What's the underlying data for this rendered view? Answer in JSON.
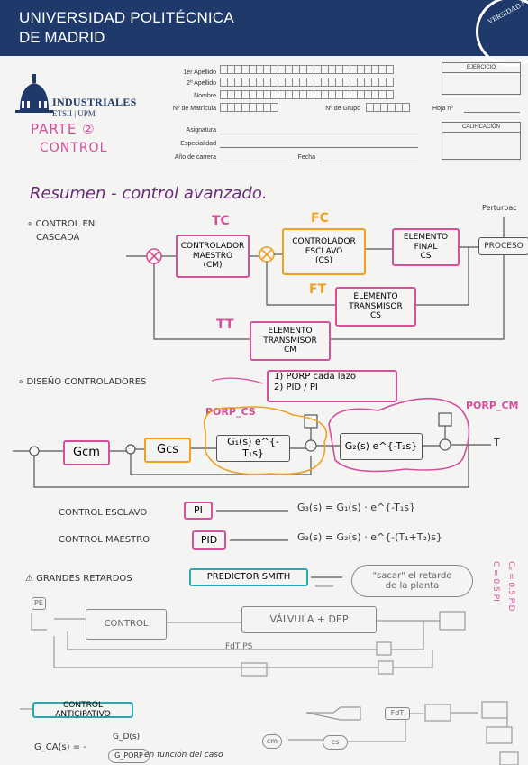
{
  "header": {
    "line1": "UNIVERSIDAD POLITÉCNICA",
    "line2": "DE MADRID",
    "seal_text": "VERSIDAD P"
  },
  "logo": {
    "name": "INDUSTRIALES",
    "sub": "ETSII | UPM"
  },
  "form": {
    "apellido1": "1er Apellido",
    "apellido2": "2º Apellido",
    "nombre": "Nombre",
    "matricula": "Nº de Matrícula",
    "grupo": "Nº de Grupo",
    "hoja": "Hoja nº",
    "asignatura": "Asignatura",
    "especialidad": "Especialidad",
    "anio": "Año de carrera",
    "fecha": "Fecha",
    "ejercicio": "EJERCICIO",
    "calificacion": "CALIFICACIÓN"
  },
  "notes": {
    "parte": "PARTE ②",
    "control": "CONTROL",
    "title": "Resumen - control avanzado.",
    "cascada1": "∘ CONTROL EN",
    "cascada2": "CASCADA",
    "tc": "TC",
    "fc": "FC",
    "ft": "FT",
    "tt": "TT",
    "perturbac": "Perturbac",
    "ctrl_maestro": "CONTROLADOR\nMAESTRO\n(CM)",
    "ctrl_esclavo": "CONTROLADOR\nESCLAVO\n(CS)",
    "elem_final": "ELEMENTO\nFINAL\nCS",
    "proceso": "PROCESO",
    "elem_trans_cs": "ELEMENTO\nTRANSMISOR\nCS",
    "elem_trans_cm": "ELEMENTO\nTRANSMISOR\nCM",
    "diseno": "∘ DISEÑO CONTROLADORES",
    "opt1": "1) PORP cada lazo",
    "opt2": "2) PID / PI",
    "porp_cs": "PORP_CS",
    "porp_cm": "PORP_CM",
    "gcm": "Gcm",
    "gcs": "Gcs",
    "g1": "G₁(s) e^{-T₁s}",
    "g2": "G₂(s) e^{-T₂s}",
    "t_out": "T",
    "ctrl_esclavo_lbl": "CONTROL ESCLAVO",
    "pi": "PI",
    "eq1": "G₃(s) = G₁(s) · e^{-T₁s}",
    "ctrl_maestro_lbl": "CONTROL MAESTRO",
    "pid": "PID",
    "eq2": "G₃(s) = G₂(s) · e^{-(T₁+T₂)s}",
    "retardos": "⚠ GRANDES RETARDOS",
    "predictor": "PREDICTOR SMITH",
    "sacar1": "\"sacar\" el retardo",
    "sacar2": "de la planta",
    "pe": "PE",
    "control_box": "CONTROL",
    "valvula": "VÁLVULA + DEP",
    "fdt_ps": "FdT PS",
    "side1": "Cₚ = 0.5 PID",
    "side2": "C = 0.5 PI",
    "anticip": "CONTROL ANTICIPATIVO",
    "gca": "G_CA(s) = -",
    "gd": "G_D(s)",
    "gporp": "G_PORP",
    "funcion": "en función del caso",
    "cm": "cm",
    "cs": "cs",
    "fdt": "FdT"
  }
}
